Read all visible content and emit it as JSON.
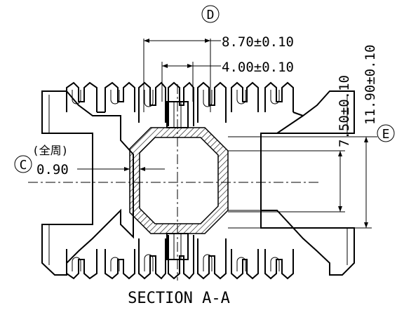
{
  "drawing": {
    "title": "SECTION A-A",
    "callouts": {
      "d": "D",
      "c": "C",
      "e": "E"
    },
    "dimensions": {
      "outer_width": "8.70±0.10",
      "inner_width": "4.00±0.10",
      "inner_height": "7.50±0.10",
      "outer_height": "11.90±0.10",
      "wall_note": "(全周)",
      "wall_thickness": "0.90"
    }
  }
}
